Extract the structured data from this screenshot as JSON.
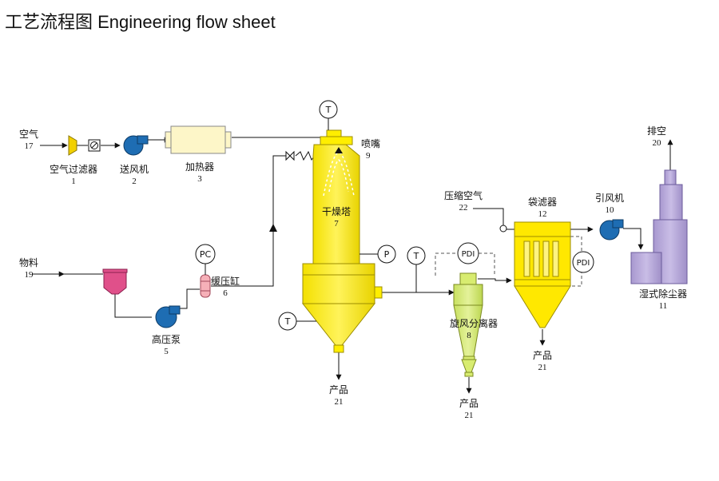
{
  "title": "工艺流程图  Engineering flow sheet",
  "colors": {
    "yellow": "#ffee00",
    "yellow_dark": "#c9b800",
    "cyclone_green": "#d8ec70",
    "heater": "#fdf6c8",
    "hopper": "#e0508a",
    "pump_blue": "#1e6db3",
    "scrubber_purple": "#b6a8d8",
    "buffer_pink": "#f6b0b8",
    "filter_yellow": "#ffe800"
  },
  "equipment": {
    "air_filter": {
      "name": "空气过滤器",
      "num": "1",
      "icon": "air-filter-icon"
    },
    "blower": {
      "name": "送风机",
      "num": "2",
      "icon": "blower-icon"
    },
    "heater": {
      "name": "加热器",
      "num": "3",
      "icon": "heater-icon"
    },
    "pump": {
      "name": "高压泵",
      "num": "5",
      "icon": "pump-icon"
    },
    "buffer": {
      "name": "缓压缸",
      "num": "6",
      "icon": "buffer-tank-icon"
    },
    "tower": {
      "name": "干燥塔",
      "num": "7",
      "icon": "drying-tower-icon"
    },
    "cyclone": {
      "name": "旋风分离器",
      "num": "8",
      "icon": "cyclone-icon"
    },
    "nozzle": {
      "name": "喷嘴",
      "num": "9",
      "icon": "nozzle-icon"
    },
    "fan": {
      "name": "引风机",
      "num": "10",
      "icon": "fan-icon"
    },
    "scrubber": {
      "name": "湿式除尘器",
      "num": "11",
      "icon": "scrubber-icon"
    },
    "bag_filter": {
      "name": "袋滤器",
      "num": "12",
      "icon": "bag-filter-icon"
    }
  },
  "streams": {
    "air": {
      "name": "空气",
      "num": "17"
    },
    "material": {
      "name": "物料",
      "num": "19"
    },
    "exhaust": {
      "name": "排空",
      "num": "20"
    },
    "product_tower": {
      "name": "产品",
      "num": "21"
    },
    "product_cyclone": {
      "name": "产品",
      "num": "21"
    },
    "product_bag": {
      "name": "产品",
      "num": "21"
    },
    "compressed_air": {
      "name": "压缩空气",
      "num": "22"
    }
  },
  "instruments": {
    "t_nozzle": "T",
    "pc_buffer": "PC",
    "p_tower": "P",
    "t_outlet": "T",
    "t_cone": "T",
    "pdi_cyclone": "PDI",
    "pdi_bag": "PDI"
  }
}
